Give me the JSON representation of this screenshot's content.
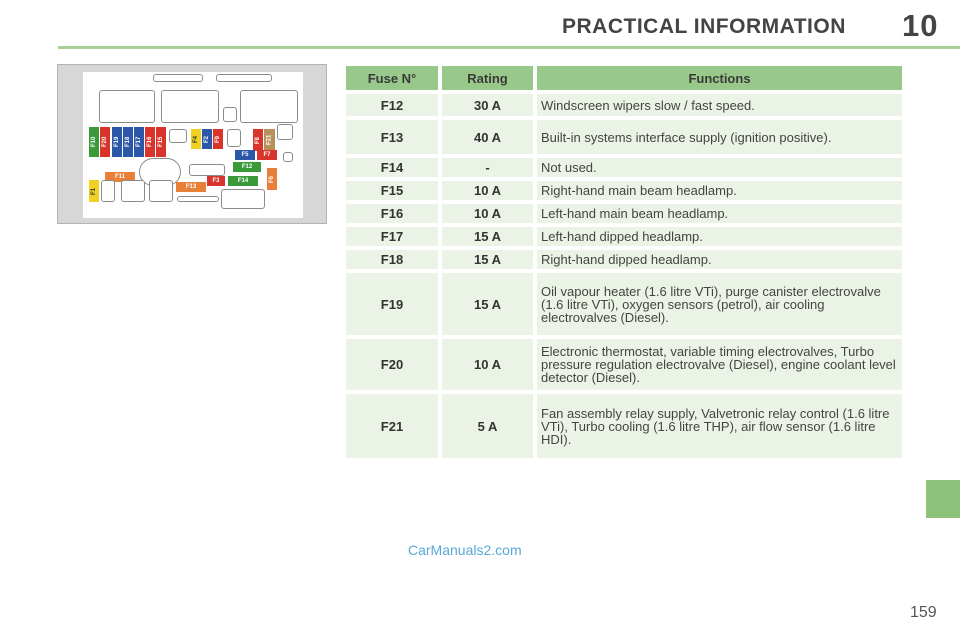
{
  "header": {
    "title": "PRACTICAL INFORMATION",
    "chapter": "10"
  },
  "table": {
    "headers": [
      "Fuse N°",
      "Rating",
      "Functions"
    ],
    "rows": [
      {
        "fuse": "F12",
        "rating": "30 A",
        "function": "Windscreen wipers slow / fast speed."
      },
      {
        "fuse": "F13",
        "rating": "40 A",
        "function": "Built-in systems interface supply (ignition positive)."
      },
      {
        "fuse": "F14",
        "rating": "-",
        "function": "Not used."
      },
      {
        "fuse": "F15",
        "rating": "10 A",
        "function": "Right-hand main beam headlamp."
      },
      {
        "fuse": "F16",
        "rating": "10 A",
        "function": "Left-hand main beam headlamp."
      },
      {
        "fuse": "F17",
        "rating": "15 A",
        "function": "Left-hand dipped headlamp."
      },
      {
        "fuse": "F18",
        "rating": "15 A",
        "function": "Right-hand dipped headlamp."
      },
      {
        "fuse": "F19",
        "rating": "15 A",
        "function": "Oil vapour heater (1.6 litre VTi), purge canister electrovalve (1.6 litre VTi), oxygen sensors (petrol), air cooling electrovalves (Diesel)."
      },
      {
        "fuse": "F20",
        "rating": "10 A",
        "function": "Electronic thermostat, variable timing electrovalves, Turbo pressure regulation electrovalve (Diesel), engine coolant level detector (Diesel)."
      },
      {
        "fuse": "F21",
        "rating": "5 A",
        "function": "Fan assembly relay supply, Valvetronic relay control (1.6 litre VTi), Turbo cooling (1.6 litre THP), air flow sensor (1.6 litre HDI)."
      }
    ]
  },
  "diagram": {
    "labels": {
      "f10": "F10",
      "f20": "F20",
      "f19": "F19",
      "f18": "F18",
      "f17": "F17",
      "f16": "F16",
      "f15": "F15",
      "f4": "F4",
      "f2": "F2",
      "f9": "F9",
      "f8": "F8",
      "f21": "F21",
      "f5": "F5",
      "f7": "F7",
      "f12": "F12",
      "f11": "F11",
      "f3": "F3",
      "f14": "F14",
      "f6": "F6",
      "f13": "F13",
      "f1": "F1"
    },
    "colors": {
      "green": "#3a9a3a",
      "blue": "#2c56a8",
      "red": "#d9342b",
      "orange": "#e8803a",
      "yellow": "#f0d020",
      "tan": "#b7905a"
    }
  },
  "watermark": "CarManuals2.com",
  "page_number": "159"
}
